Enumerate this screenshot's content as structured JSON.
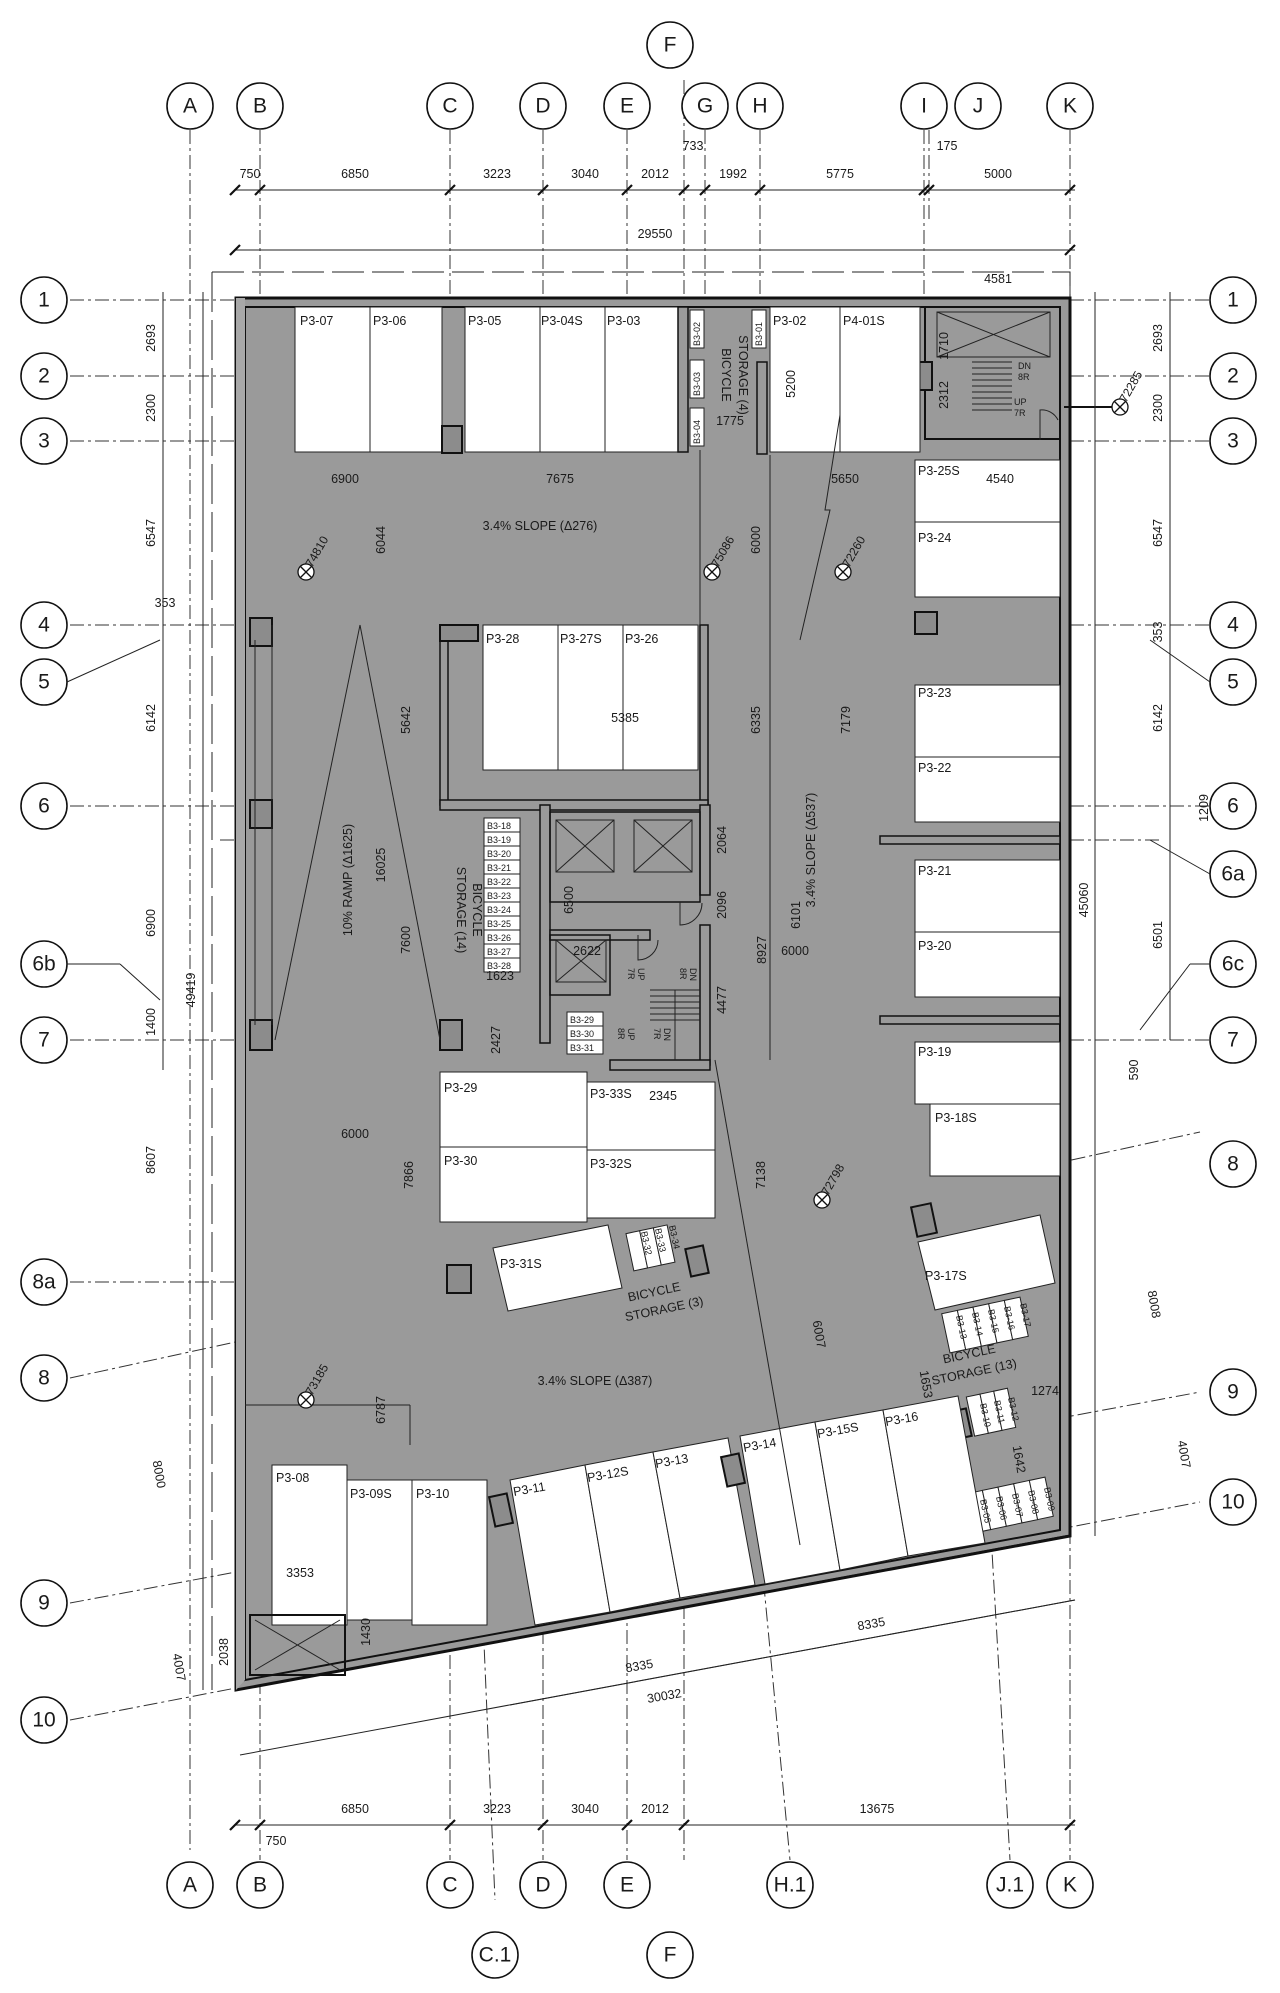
{
  "grid_columns": {
    "top": [
      "A",
      "B",
      "C",
      "D",
      "E",
      "F",
      "G",
      "H",
      "I",
      "J",
      "K"
    ],
    "bottom": [
      "A",
      "B",
      "C",
      "D",
      "E",
      "H.1",
      "J.1",
      "K"
    ],
    "bottom_lower": [
      "C.1",
      "F"
    ]
  },
  "grid_rows": {
    "left": [
      "1",
      "2",
      "3",
      "4",
      "5",
      "6",
      "6b",
      "7",
      "8a",
      "8",
      "9",
      "10"
    ],
    "right": [
      "1",
      "2",
      "3",
      "4",
      "5",
      "6",
      "6a",
      "6c",
      "7",
      "8",
      "9",
      "10"
    ]
  },
  "dimensions": {
    "top_row": [
      "750",
      "6850",
      "3223",
      "3040",
      "2012",
      "733",
      "1992",
      "5775",
      "175",
      "5000"
    ],
    "top_total": "29550",
    "bottom_row": [
      "6850",
      "3223",
      "3040",
      "2012",
      "13675"
    ],
    "bottom_extra": "750",
    "bottom_total": "30032",
    "bottom_slanted": [
      "8335",
      "8335"
    ],
    "left_row": [
      "2693",
      "2300",
      "6547",
      "353",
      "6142",
      "6900",
      "1400",
      "8607"
    ],
    "left_total": "49419",
    "right_row": [
      "2693",
      "2300",
      "6547",
      "353",
      "6142",
      "1209",
      "6501",
      "590"
    ],
    "right_total": "45060",
    "right_slanted": [
      "8008",
      "4007"
    ],
    "left_slanted": [
      "8000",
      "4007"
    ],
    "interior": [
      "4581",
      "1710",
      "2312",
      "4540",
      "6900",
      "7675",
      "5650",
      "1775",
      "5200",
      "6044",
      "6000",
      "5385",
      "5642",
      "6335",
      "7179",
      "16025",
      "7600",
      "2064",
      "6500",
      "2096",
      "8927",
      "6101",
      "6000",
      "4477",
      "2622",
      "1623",
      "2427",
      "6000",
      "2345",
      "7866",
      "7138",
      "6007",
      "6787",
      "1653",
      "1274",
      "1642",
      "3353",
      "2038",
      "1430"
    ]
  },
  "stalls": [
    "P3-07",
    "P3-06",
    "P3-05",
    "P3-04S",
    "P3-03",
    "P3-02",
    "P4-01S",
    "P3-25S",
    "P3-24",
    "P3-28",
    "P3-27S",
    "P3-26",
    "P3-23",
    "P3-22",
    "P3-21",
    "P3-20",
    "P3-19",
    "P3-18S",
    "P3-29",
    "P3-30",
    "P3-33S",
    "P3-32S",
    "P3-31S",
    "P3-17S",
    "P3-08",
    "P3-09S",
    "P3-10",
    "P3-11",
    "P3-12S",
    "P3-13",
    "P3-14",
    "P3-15S",
    "P3-16"
  ],
  "bike_slots": {
    "top": [
      "B3-02",
      "B3-03",
      "B3-04",
      "B3-01"
    ],
    "storage14": [
      "B3-18",
      "B3-19",
      "B3-20",
      "B3-21",
      "B3-22",
      "B3-23",
      "B3-24",
      "B3-25",
      "B3-26",
      "B3-27",
      "B3-28"
    ],
    "core": [
      "B3-29",
      "B3-30",
      "B3-31"
    ],
    "storage3": [
      "B3-32",
      "B3-33",
      "B3-34"
    ],
    "storage13a": [
      "B3-13",
      "B3-14",
      "B3-15",
      "B3-16",
      "B3-17"
    ],
    "storage13b": [
      "B3-10",
      "B3-11",
      "B3-12"
    ],
    "storage13c": [
      "B3-05",
      "B3-06",
      "B3-07",
      "B3-08",
      "B3-09"
    ]
  },
  "annotations": {
    "bike_storage_4": [
      "BICYCLE",
      "STORAGE (4)"
    ],
    "bike_storage_14": [
      "BICYCLE",
      "STORAGE (14)"
    ],
    "bike_storage_3": [
      "BICYCLE",
      "STORAGE (3)"
    ],
    "bike_storage_13": [
      "BICYCLE",
      "STORAGE (13)"
    ],
    "slope_276": "3.4% SLOPE (Δ276)",
    "slope_537": "3.4% SLOPE (Δ537)",
    "slope_387": "3.4% SLOPE (Δ387)",
    "ramp": "10% RAMP (Δ1625)",
    "stair_dn": [
      "DN",
      "8R"
    ],
    "stair_up": [
      "UP",
      "7R"
    ],
    "core_stair_up": [
      "UP",
      "7R"
    ],
    "core_stair_dn": [
      "DN",
      "8R"
    ],
    "core_stair2_up": [
      "UP",
      "8R"
    ],
    "core_stair2_dn": [
      "DN",
      "7R"
    ]
  },
  "elevations": [
    "74810",
    "75086",
    "72260",
    "72285",
    "72798",
    "73185"
  ]
}
